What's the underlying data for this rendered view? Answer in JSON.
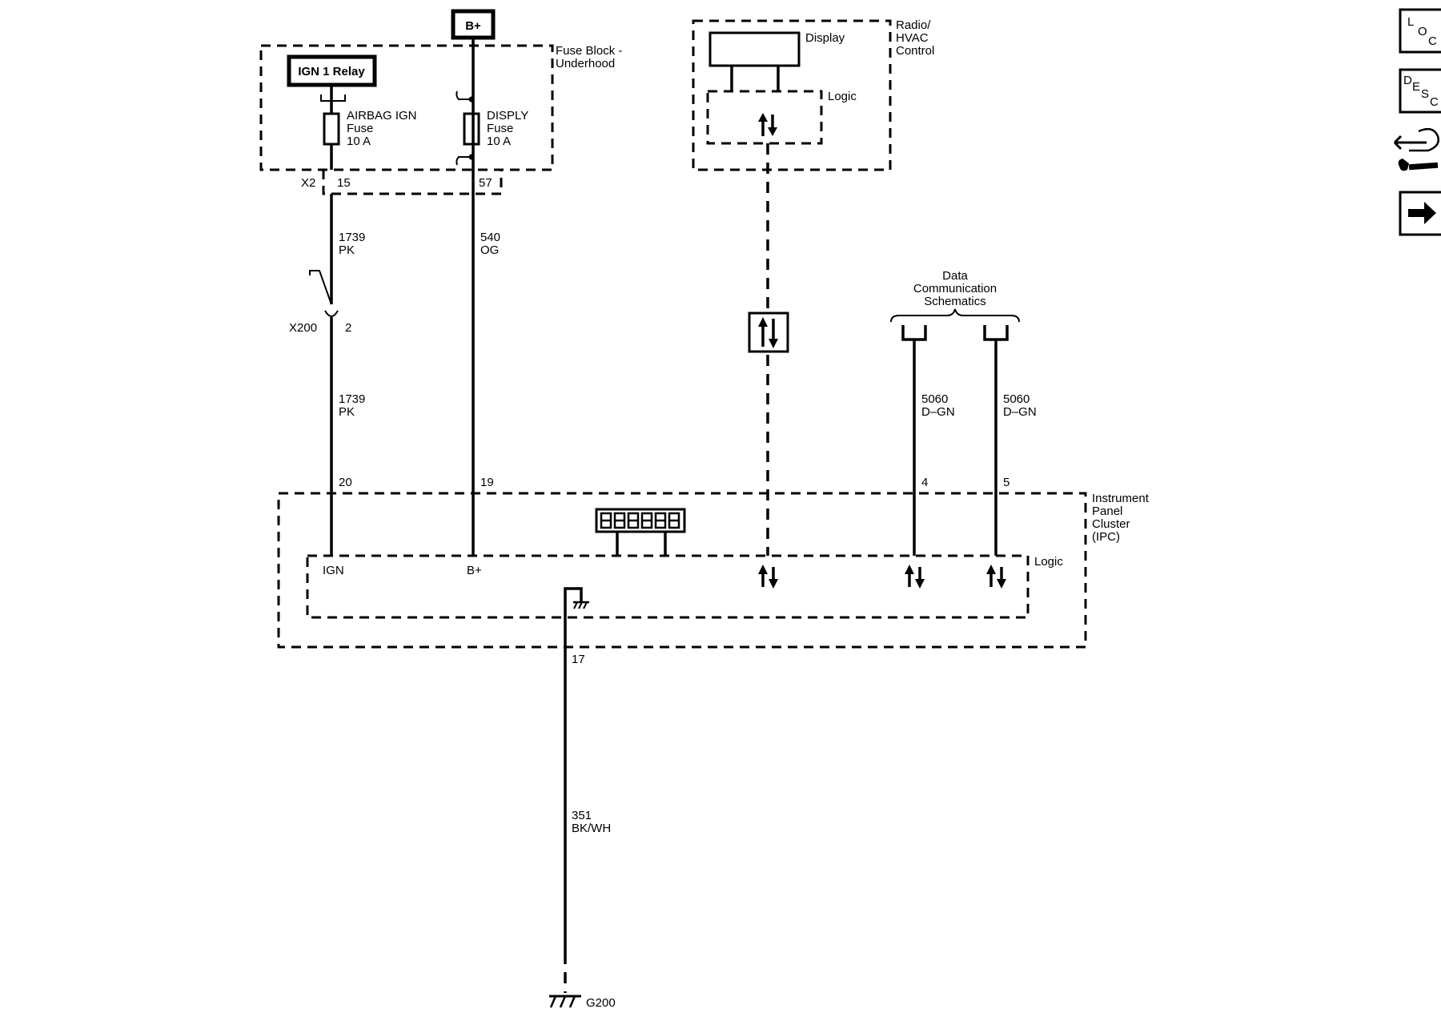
{
  "fuse_block": {
    "title_line1": "Fuse Block -",
    "title_line2": "Underhood",
    "relay_label": "IGN 1 Relay",
    "battery_label": "B+",
    "fuse1": {
      "name": "AIRBAG IGN",
      "type": "Fuse",
      "rating": "10 A"
    },
    "fuse2": {
      "name": "DISPLY",
      "type": "Fuse",
      "rating": "10 A"
    },
    "connector": "X2",
    "pin_a": "15",
    "pin_b": "57"
  },
  "radio": {
    "title_line1": "Radio/",
    "title_line2": "HVAC",
    "title_line3": "Control",
    "display_label": "Display",
    "logic_label": "Logic"
  },
  "wires": {
    "w1739_upper": {
      "circuit": "1739",
      "color": "PK"
    },
    "w1739_lower": {
      "circuit": "1739",
      "color": "PK"
    },
    "w540": {
      "circuit": "540",
      "color": "OG"
    },
    "w5060_a": {
      "circuit": "5060",
      "color": "D–GN"
    },
    "w5060_b": {
      "circuit": "5060",
      "color": "D–GN"
    },
    "w351": {
      "circuit": "351",
      "color": "BK/WH"
    }
  },
  "inline_connector": {
    "name": "X200",
    "pin": "2"
  },
  "data_comm": {
    "line1": "Data",
    "line2": "Communication",
    "line3": "Schematics"
  },
  "ipc": {
    "title_line1": "Instrument",
    "title_line2": "Panel",
    "title_line3": "Cluster",
    "title_line4": "(IPC)",
    "logic_label": "Logic",
    "pin_ign": "20",
    "pin_bplus": "19",
    "pin_4": "4",
    "pin_5": "5",
    "pin_ground": "17",
    "ign_label": "IGN",
    "bplus_label": "B+"
  },
  "ground": {
    "name": "G200"
  },
  "nav": {
    "loc": {
      "l1": "L",
      "l2": "O",
      "l3": "C"
    },
    "desc": {
      "l1": "D",
      "l2": "E",
      "l3": "S",
      "l4": "C"
    }
  }
}
